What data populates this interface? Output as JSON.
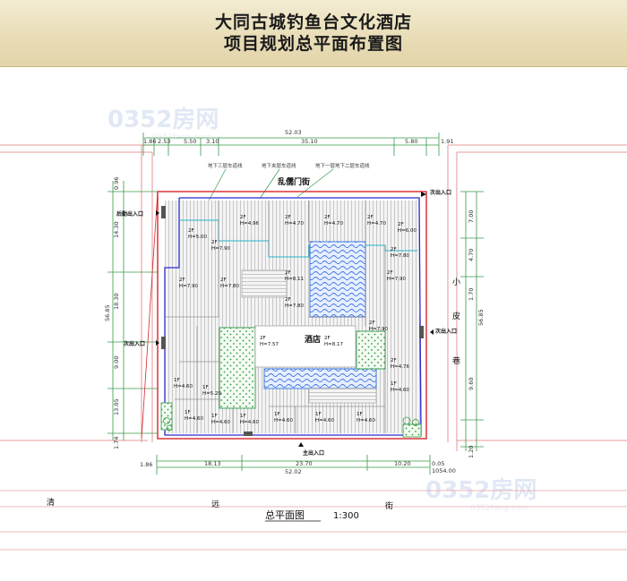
{
  "header": {
    "title_line1": "大同古城钓鱼台文化酒店",
    "title_line2": "项目规划总平面布置图"
  },
  "watermark": {
    "text_cn": "0352房网",
    "text_en": "0352fang.com"
  },
  "dims": {
    "top_total": "52.03",
    "top_left": "1.86",
    "top_right": "1.91",
    "top_segments": [
      "2.53",
      "5.50",
      "3.10",
      "35.10",
      "5.80"
    ],
    "left_segments": [
      "0.96",
      "14.30",
      "18.30",
      "9.00",
      "13.05",
      "1.74"
    ],
    "left_total": "56.85",
    "right_segments": [
      "7.00",
      "4.70",
      "1.70",
      "9.60",
      "1.20"
    ],
    "right_total": "56.85",
    "bottom_total": "52.02",
    "bottom_left": "1.86",
    "bottom_segments": [
      "18.13",
      "23.70",
      "10.20"
    ],
    "bottom_right": "0.05",
    "bottom_right_2": "1054.00"
  },
  "callouts": [
    "地下三层车道线",
    "地下夹层车道线",
    "地下一层地下二层车道线"
  ],
  "streets": {
    "north": "乱儒门街",
    "east": [
      "小",
      "皮",
      "巷"
    ],
    "south": [
      "清",
      "远",
      "街"
    ]
  },
  "entrances": {
    "north_east": "次出入口",
    "west_top": "后勤出入口",
    "west_mid": "次出入口",
    "east_mid": "次出入口",
    "south_main": "主出入口"
  },
  "building_label": "酒店",
  "floor_labels": [
    {
      "f": "2F",
      "h": "H=4.96"
    },
    {
      "f": "2F",
      "h": "H=4.70"
    },
    {
      "f": "2F",
      "h": "H=4.70"
    },
    {
      "f": "2F",
      "h": "H=4.70"
    },
    {
      "f": "2F",
      "h": "H=6.00"
    },
    {
      "f": "2F",
      "h": "H=7.80"
    },
    {
      "f": "2F",
      "h": "H=5.00"
    },
    {
      "f": "2F",
      "h": "H=7.90"
    },
    {
      "f": "2F",
      "h": "H=7.90"
    },
    {
      "f": "2F",
      "h": "H=8.11"
    },
    {
      "f": "2F",
      "h": "H=7.80"
    },
    {
      "f": "2F",
      "h": "H=7.80"
    },
    {
      "f": "2F",
      "h": "H=7.90"
    },
    {
      "f": "2F",
      "h": "H=7.57"
    },
    {
      "f": "2F",
      "h": "H=8.17"
    },
    {
      "f": "2F",
      "h": "H=7.90"
    },
    {
      "f": "2F",
      "h": "H=4.76"
    },
    {
      "f": "1F",
      "h": "H=4.60"
    },
    {
      "f": "1F",
      "h": "H=5.20"
    },
    {
      "f": "1F",
      "h": "H=4.60"
    },
    {
      "f": "1F",
      "h": "H=4.60"
    },
    {
      "f": "1F",
      "h": "H=4.60"
    },
    {
      "f": "1F",
      "h": "H=4.60"
    },
    {
      "f": "1F",
      "h": "H=4.60"
    },
    {
      "f": "1F",
      "h": "H=4.60"
    },
    {
      "f": "1F",
      "h": "H=4.60"
    }
  ],
  "caption": {
    "label": "总平面图",
    "scale": "1:300"
  },
  "colors": {
    "site_line": "#d8262c",
    "building_line": "#2b2bd0",
    "green_line": "#1f8f3a",
    "water_line": "#2f6fe0",
    "cyan_line": "#26b5c8"
  }
}
